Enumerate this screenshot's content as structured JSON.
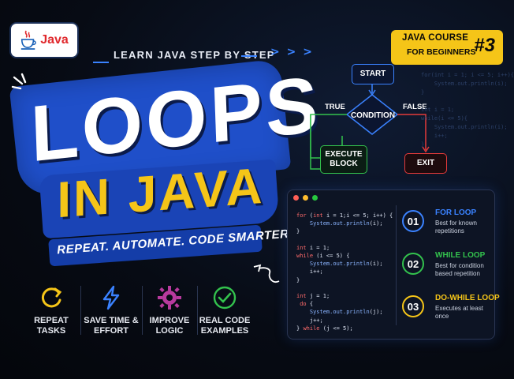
{
  "brand": {
    "logo_text": "Java"
  },
  "course_badge": {
    "line1": "JAVA COURSE",
    "line2": "FOR BEGINNERS",
    "number": "#3"
  },
  "header": {
    "subtitle": "LEARN JAVA STEP BY STEP",
    "chevrons": "> > >"
  },
  "title": {
    "line1": "LOOPS",
    "line2": "IN JAVA"
  },
  "tagline": "REPEAT. AUTOMATE. CODE SMARTER.",
  "features": [
    {
      "icon": "repeat-icon",
      "label": "REPEAT\nTASKS"
    },
    {
      "icon": "lightning-icon",
      "label": "SAVE TIME &\nEFFORT"
    },
    {
      "icon": "gear-icon",
      "label": "IMPROVE\nLOGIC"
    },
    {
      "icon": "check-icon",
      "label": "REAL CODE\nEXAMPLES"
    }
  ],
  "flowchart": {
    "start": "START",
    "condition": "CONDITION",
    "true_label": "TRUE",
    "false_label": "FALSE",
    "execute": "EXECUTE\nBLOCK",
    "exit": "EXIT"
  },
  "faded_code": "for(int i = 1; i <= 5; i++){\n    System.out.println(i);\n}\n\nint i = 1;\nwhile(i <= 5){\n    System.out.println(i);\n    i++;\n}",
  "code_panel": {
    "window_dots": [
      "#ff5f56",
      "#ffbd2e",
      "#27c93f"
    ],
    "lines": [
      "for (int i = 1;i <= 5; i++) {",
      "    System.out.println(i);",
      "}",
      "",
      "int i = 1;",
      "while (i <= 5) {",
      "    System.out.println(i);",
      "    i++;",
      "}",
      "",
      "int j = 1;",
      " do {",
      "    System.out.println(j);",
      "    j++;",
      "} while (j <= 5);"
    ]
  },
  "loops": [
    {
      "num": "01",
      "name": "FOR LOOP",
      "desc": "Best for known repetitions",
      "color": "#3a82ff"
    },
    {
      "num": "02",
      "name": "WHILE LOOP",
      "desc": "Best for condition based repetition",
      "color": "#33c24d"
    },
    {
      "num": "03",
      "name": "DO-WHILE LOOP",
      "desc": "Executes at least once",
      "color": "#f5c518"
    }
  ],
  "colors": {
    "accent_blue": "#1f4fc9",
    "accent_yellow": "#f5c518",
    "background": "#070b14"
  }
}
